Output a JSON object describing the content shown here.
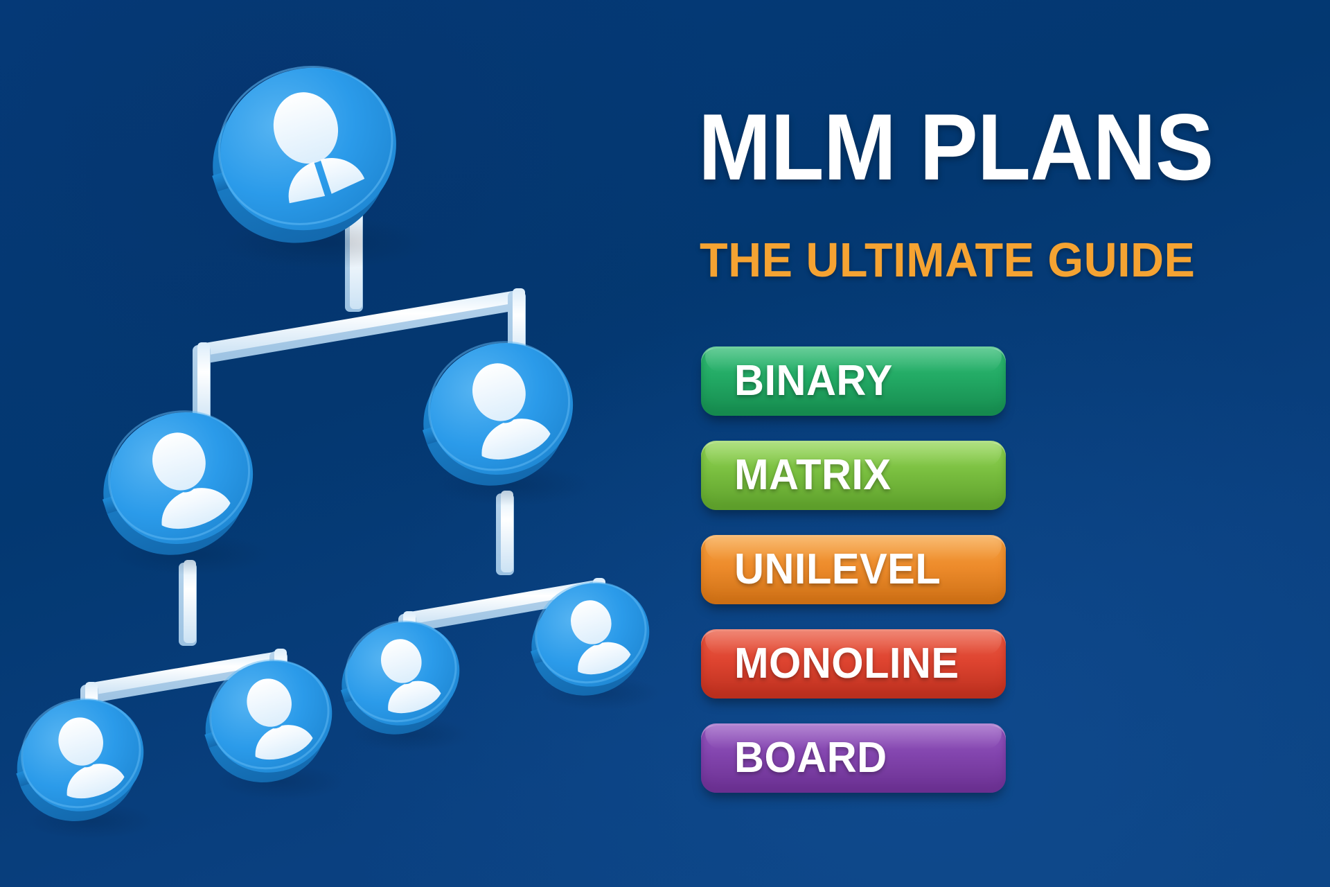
{
  "background": {
    "base_color": "#043A78",
    "gradient_light": "#0C4484"
  },
  "header": {
    "title": "MLM PLANS",
    "subtitle": "THE ULTIMATE GUIDE",
    "title_color": "#FFFFFF",
    "subtitle_color": "#F5A332"
  },
  "plans": [
    {
      "label": "BINARY",
      "color": "#22A964",
      "color_light": "#35BE77",
      "color_dark": "#168A4E"
    },
    {
      "label": "MATRIX",
      "color": "#79BE3F",
      "color_light": "#97D85A",
      "color_dark": "#5D9E2B"
    },
    {
      "label": "UNILEVEL",
      "color": "#ED8B2B",
      "color_light": "#F7A544",
      "color_dark": "#CC6F15"
    },
    {
      "label": "MONOLINE",
      "color": "#DE4430",
      "color_light": "#EC6048",
      "color_dark": "#BA2F1E"
    },
    {
      "label": "BOARD",
      "color": "#8244AD",
      "color_light": "#9A5DC4",
      "color_dark": "#6A3090"
    }
  ],
  "diagram": {
    "type": "organization-tree",
    "node_icon": "user-group-icon",
    "node_fill": "#2B9BEA",
    "node_fill_dark": "#1F86D0",
    "node_side": "#1575BC",
    "icon_fill": "#EAF6FF",
    "connector_color": "#CFE6F7",
    "connector_highlight": "#FFFFFF",
    "levels": 3,
    "node_count": 7,
    "nodes": [
      {
        "id": "root",
        "label": "root",
        "level": 0,
        "children": [
          "l1a",
          "l1b"
        ]
      },
      {
        "id": "l1a",
        "label": "left-branch",
        "level": 1,
        "children": [
          "l2a",
          "l2b"
        ]
      },
      {
        "id": "l1b",
        "label": "right-branch",
        "level": 1,
        "children": [
          "l2c",
          "l2d"
        ]
      },
      {
        "id": "l2a",
        "label": "leaf-1",
        "level": 2,
        "children": []
      },
      {
        "id": "l2b",
        "label": "leaf-2",
        "level": 2,
        "children": []
      },
      {
        "id": "l2c",
        "label": "leaf-3",
        "level": 2,
        "children": []
      },
      {
        "id": "l2d",
        "label": "leaf-4",
        "level": 2,
        "children": []
      }
    ]
  }
}
